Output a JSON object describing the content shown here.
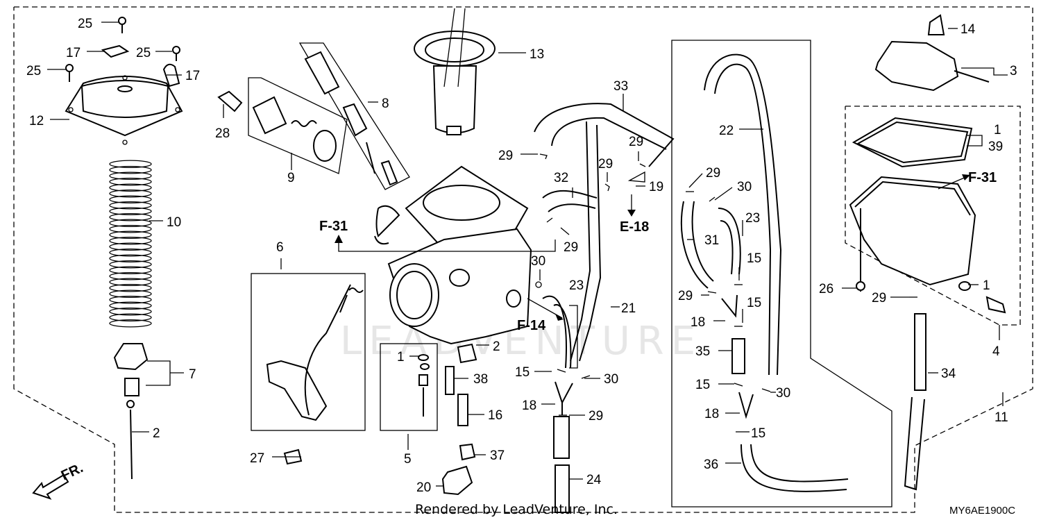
{
  "diagram": {
    "labels": {
      "l1a": "1",
      "l1b": "1",
      "l1c": "1",
      "l2a": "2",
      "l2b": "2",
      "l3": "3",
      "l4": "4",
      "l5": "5",
      "l6": "6",
      "l7": "7",
      "l8": "8",
      "l9": "9",
      "l10": "10",
      "l11": "11",
      "l12": "12",
      "l13": "13",
      "l14": "14",
      "l15a": "15",
      "l15b": "15",
      "l15c": "15",
      "l15d": "15",
      "l15e": "15",
      "l16": "16",
      "l17a": "17",
      "l17b": "17",
      "l18a": "18",
      "l18b": "18",
      "l18c": "18",
      "l19": "19",
      "l20": "20",
      "l21": "21",
      "l22": "22",
      "l23a": "23",
      "l23b": "23",
      "l24": "24",
      "l25a": "25",
      "l25b": "25",
      "l25c": "25",
      "l26": "26",
      "l27": "27",
      "l28": "28",
      "l29a": "29",
      "l29b": "29",
      "l29c": "29",
      "l29d": "29",
      "l29e": "29",
      "l29f": "29",
      "l29g": "29",
      "l29h": "29",
      "l30a": "30",
      "l30b": "30",
      "l30c": "30",
      "l30d": "30",
      "l31": "31",
      "l32": "32",
      "l33": "33",
      "l34": "34",
      "l35": "35",
      "l36": "36",
      "l37": "37",
      "l38": "38",
      "l39": "39"
    },
    "callouts": {
      "f31_left": "F-31",
      "f31_right": "F-31",
      "f14": "F-14",
      "e18": "E-18"
    },
    "front_marker": "FR.",
    "diagram_code": "MY6AE1900C",
    "watermark": "LEADVENTURE",
    "render_credit": "Rendered by LeadVenture, Inc."
  }
}
